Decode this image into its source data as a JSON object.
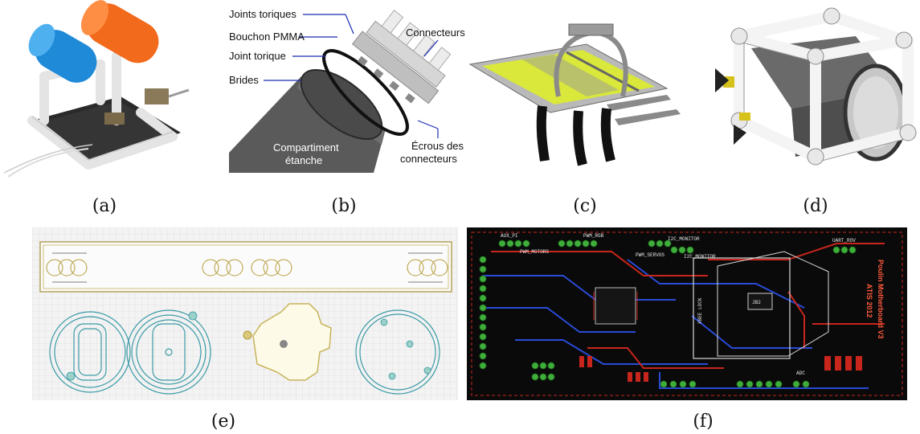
{
  "captions": {
    "a": "(a)",
    "b": "(b)",
    "c": "(c)",
    "d": "(d)",
    "e": "(e)",
    "f": "(f)"
  },
  "panel_b": {
    "joints_toriques": "Joints toriques",
    "bouchon": "Bouchon PMMA",
    "joint_torique": "Joint torique",
    "brides": "Brides",
    "connecteurs": "Connecteurs",
    "compartiment_line1": "Compartiment",
    "compartiment_line2": "étanche",
    "ecrous_line1": "Écrous des",
    "ecrous_line2": "connecteurs"
  },
  "panel_f": {
    "title_line1": "Poulin Motherboard V3",
    "title_line2": "ATIS 2012",
    "labels": {
      "aux": "AUX_PI",
      "pwm_rgb": "PWM_RGB",
      "i2c": "I2C_MONITOR",
      "uart_rov": "UART_ROV",
      "pwm_motors": "PWM_MOTORS",
      "pwm_servos": "PWM_SERVOS",
      "i2c_mon": "I2C_MONITOR",
      "adc": "ADC",
      "jb2": "JB2",
      "lock": "XBEE LOCK"
    }
  },
  "colors": {
    "pvc": "#f2f2f2",
    "float_blue": "#1f8ad8",
    "float_orange": "#f26a1b",
    "pcb_bg": "#0a0a0a",
    "pcb_red": "#c8261c",
    "pcb_blue": "#2a4bd6",
    "pcb_green": "#3fae3a",
    "cad_teal": "#3a9aa6",
    "cad_yellow": "#c8b25a"
  }
}
